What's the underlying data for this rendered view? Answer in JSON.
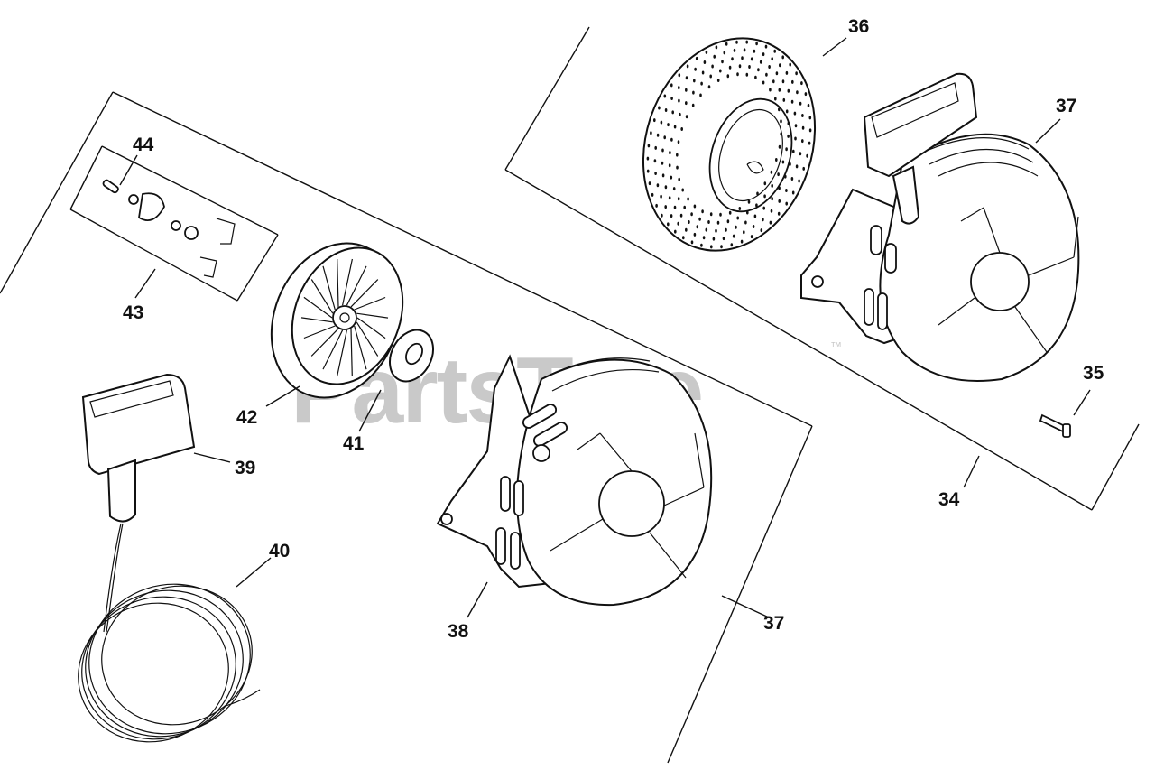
{
  "watermark": {
    "text": "PartsTree",
    "trademark": "™"
  },
  "callouts": {
    "c34": "34",
    "c35": "35",
    "c36": "36",
    "c37a": "37",
    "c37b": "37",
    "c38": "38",
    "c39": "39",
    "c40": "40",
    "c41": "41",
    "c42": "42",
    "c43": "43",
    "c44": "44"
  }
}
